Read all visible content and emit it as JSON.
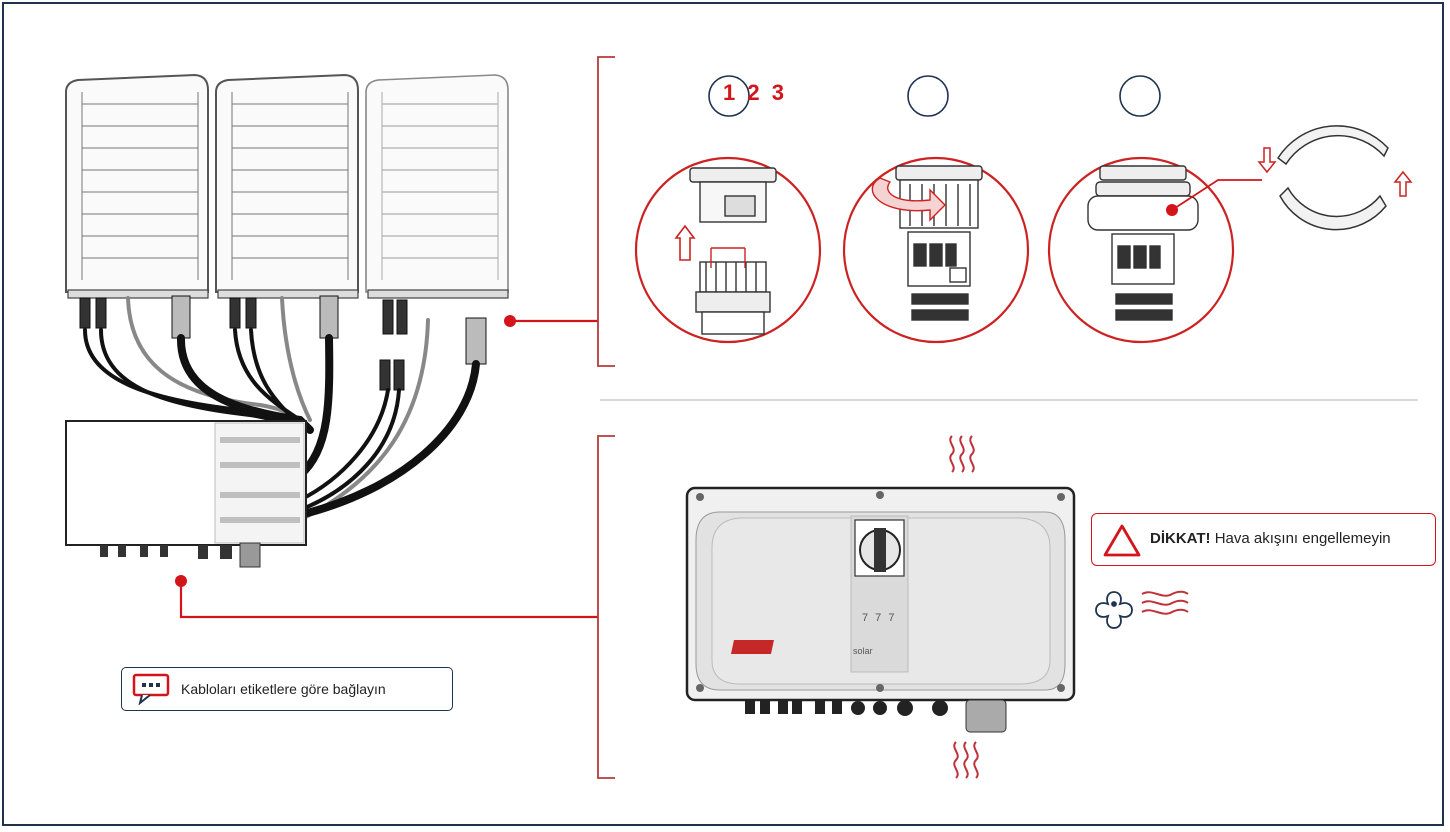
{
  "steps": {
    "numbers": "1 2 3"
  },
  "callout": {
    "text": "Kabloları etiketlere göre bağlayın",
    "icon": "speech-bubble-icon"
  },
  "warning": {
    "bold": "DİKKAT!",
    "text": "Hava akışını engellemeyin",
    "icon": "warning-triangle-icon"
  },
  "inverter": {
    "switch_labels": "7 7 7",
    "brand": "solar"
  },
  "colors": {
    "accent": "#d4141b",
    "navy": "#1e3350",
    "border": "#1e3350"
  }
}
